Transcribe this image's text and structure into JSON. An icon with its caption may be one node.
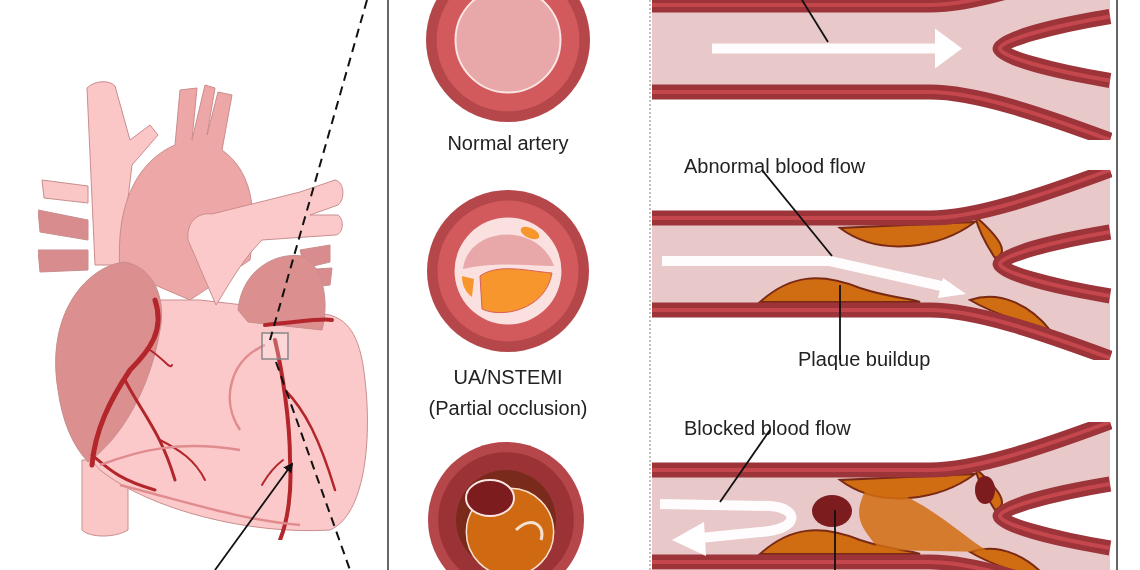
{
  "diagram": {
    "nodes": [
      {
        "text": [],
        "shape": "picture"
      },
      {
        "text": [],
        "shape": "picture"
      },
      {
        "text": [],
        "shape": "picture"
      },
      {
        "text": [],
        "shape": "picture"
      },
      {
        "text": [],
        "shape": "picture"
      },
      {
        "text": [
          "Abnormal blood flow"
        ]
      },
      {
        "text": [],
        "shape": "picture"
      },
      {
        "text": [
          "Plaque buildup"
        ]
      },
      {
        "text": [
          "Blocked blood flow"
        ]
      },
      {
        "text": [],
        "shape": "picture"
      }
    ],
    "edges": [
      {
        "from": null,
        "to": 0,
        "arrow": "to"
      },
      {
        "from": null,
        "to": 4,
        "arrow": "none"
      },
      {
        "from": 5,
        "to": 6,
        "arrow": "none"
      },
      {
        "from": 7,
        "to": 6,
        "arrow": "none"
      },
      {
        "from": 8,
        "to": 9,
        "arrow": "none"
      },
      {
        "from": 9,
        "to": null,
        "arrow": "none"
      }
    ],
    "labels": [
      "Normal artery",
      "UA/NSTEMI (Partial occlusion)"
    ]
  }
}
